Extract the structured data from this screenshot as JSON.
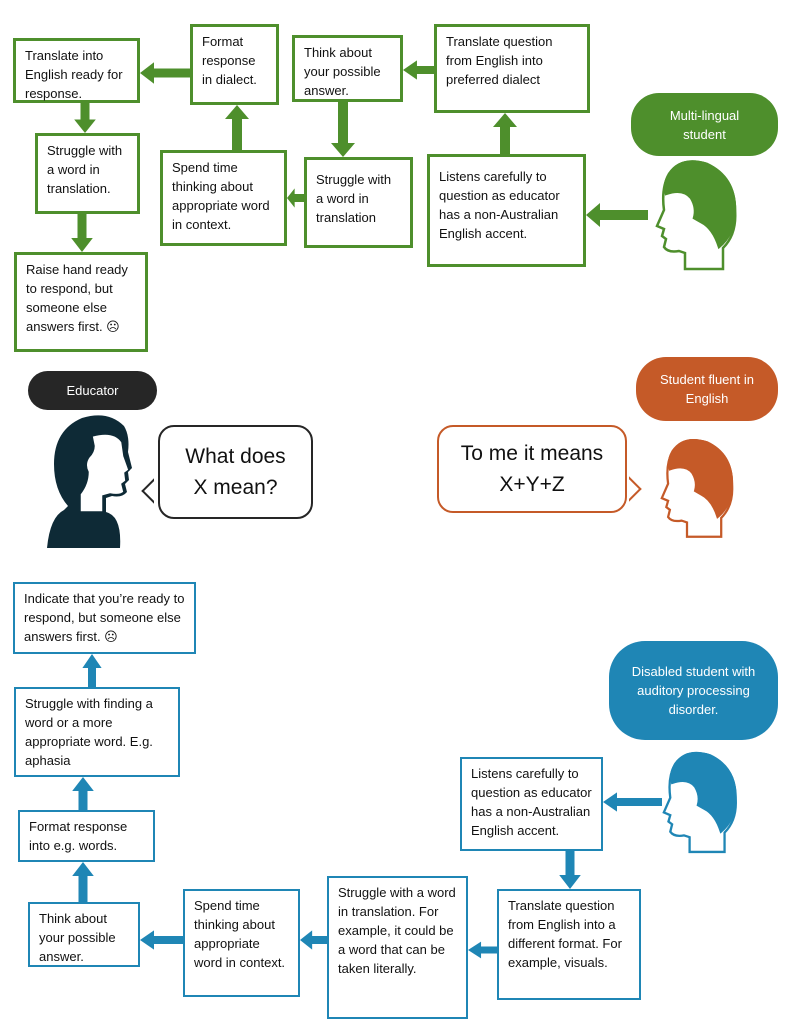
{
  "colors": {
    "green": "#4E8F2C",
    "blue": "#1F86B5",
    "orange": "#C55A28",
    "dark": "#262626",
    "educator": "#0E2A36"
  },
  "multilingual": {
    "label": "Multi-lingual student",
    "steps": [
      "Translate into English ready for response.",
      "Struggle with a word in translation.",
      "Raise hand ready to respond, but someone else answers first. ☹",
      "Format response in dialect.",
      "Spend time thinking about appropriate word in context.",
      "Think about your possible answer.",
      "Struggle with a word in translation",
      "Translate question from English into preferred dialect",
      "Listens carefully to question as educator has a non-Australian English accent."
    ]
  },
  "educator": {
    "label": "Educator",
    "speech": "What does X mean?"
  },
  "fluent": {
    "label": "Student fluent in English",
    "speech": "To me it means X+Y+Z"
  },
  "disabled": {
    "label": "Disabled student with auditory processing disorder.",
    "steps": [
      "Listens carefully to question as educator has a non-Australian English accent.",
      "Translate question from English into a different format. For example, visuals.",
      "Struggle with a word in translation. For example, it could be a word that can be taken literally.",
      "Spend time thinking about appropriate word in context.",
      "Think about your possible answer.",
      "Format response into e.g. words.",
      "Struggle with finding a word or a more appropriate word. E.g. aphasia",
      "Indicate that you’re ready to respond, but someone else answers first. ☹"
    ]
  }
}
